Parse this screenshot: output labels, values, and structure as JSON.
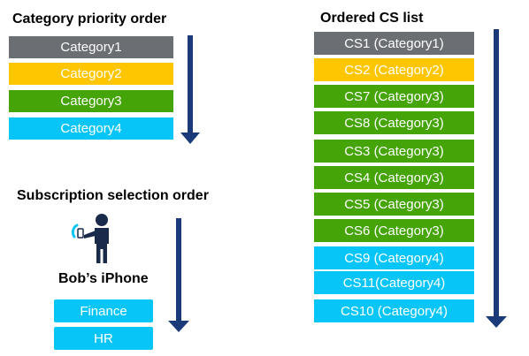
{
  "left": {
    "category_title": "Category priority order",
    "categories": [
      {
        "label": "Category1",
        "color": "#6b6f74"
      },
      {
        "label": "Category2",
        "color": "#fec601"
      },
      {
        "label": "Category3",
        "color": "#45a408"
      },
      {
        "label": "Category4",
        "color": "#08c5f7"
      }
    ],
    "subscription_title": "Subscription selection order",
    "device_label": "Bob’s iPhone",
    "device_icon": "person-with-phone-icon",
    "subscriptions": [
      {
        "label": "Finance",
        "color": "#08c5f7"
      },
      {
        "label": "HR",
        "color": "#08c5f7"
      }
    ]
  },
  "right": {
    "title": "Ordered CS list",
    "items": [
      {
        "label": "CS1 (Category1)",
        "color": "#6b6f74"
      },
      {
        "label": "CS2 (Category2)",
        "color": "#fec601"
      },
      {
        "label": "CS7 (Category3)",
        "color": "#45a408"
      },
      {
        "label": "CS8 (Category3)",
        "color": "#45a408"
      },
      {
        "label": "CS3 (Category3)",
        "color": "#45a408"
      },
      {
        "label": "CS4 (Category3)",
        "color": "#45a408"
      },
      {
        "label": "CS5 (Category3)",
        "color": "#45a408"
      },
      {
        "label": "CS6 (Category3)",
        "color": "#45a408"
      },
      {
        "label": "CS9 (Category4)",
        "color": "#08c5f7"
      },
      {
        "label": "CS11(Category4)",
        "color": "#08c5f7"
      },
      {
        "label": "CS10 (Category4)",
        "color": "#08c5f7"
      }
    ]
  },
  "arrow_color": "#1a3a7a"
}
